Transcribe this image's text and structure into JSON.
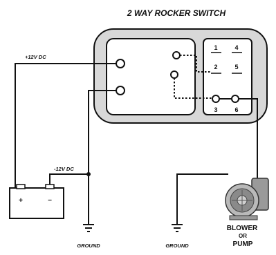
{
  "title": "2 WAY ROCKER SWITCH",
  "labels": {
    "pos12": "+12V DC",
    "neg12": "-12V DC",
    "ground_left": "GROUND",
    "ground_right": "GROUND",
    "battery_plus": "+",
    "battery_minus": "−",
    "blower_line1": "BLOWER",
    "blower_line2": "OR",
    "blower_line3": "PUMP"
  },
  "pins": [
    "1",
    "4",
    "2",
    "5",
    "3",
    "6"
  ],
  "colors": {
    "line": "#111111",
    "switch_fill": "#d8d8d8",
    "panel_fill": "#ffffff"
  }
}
